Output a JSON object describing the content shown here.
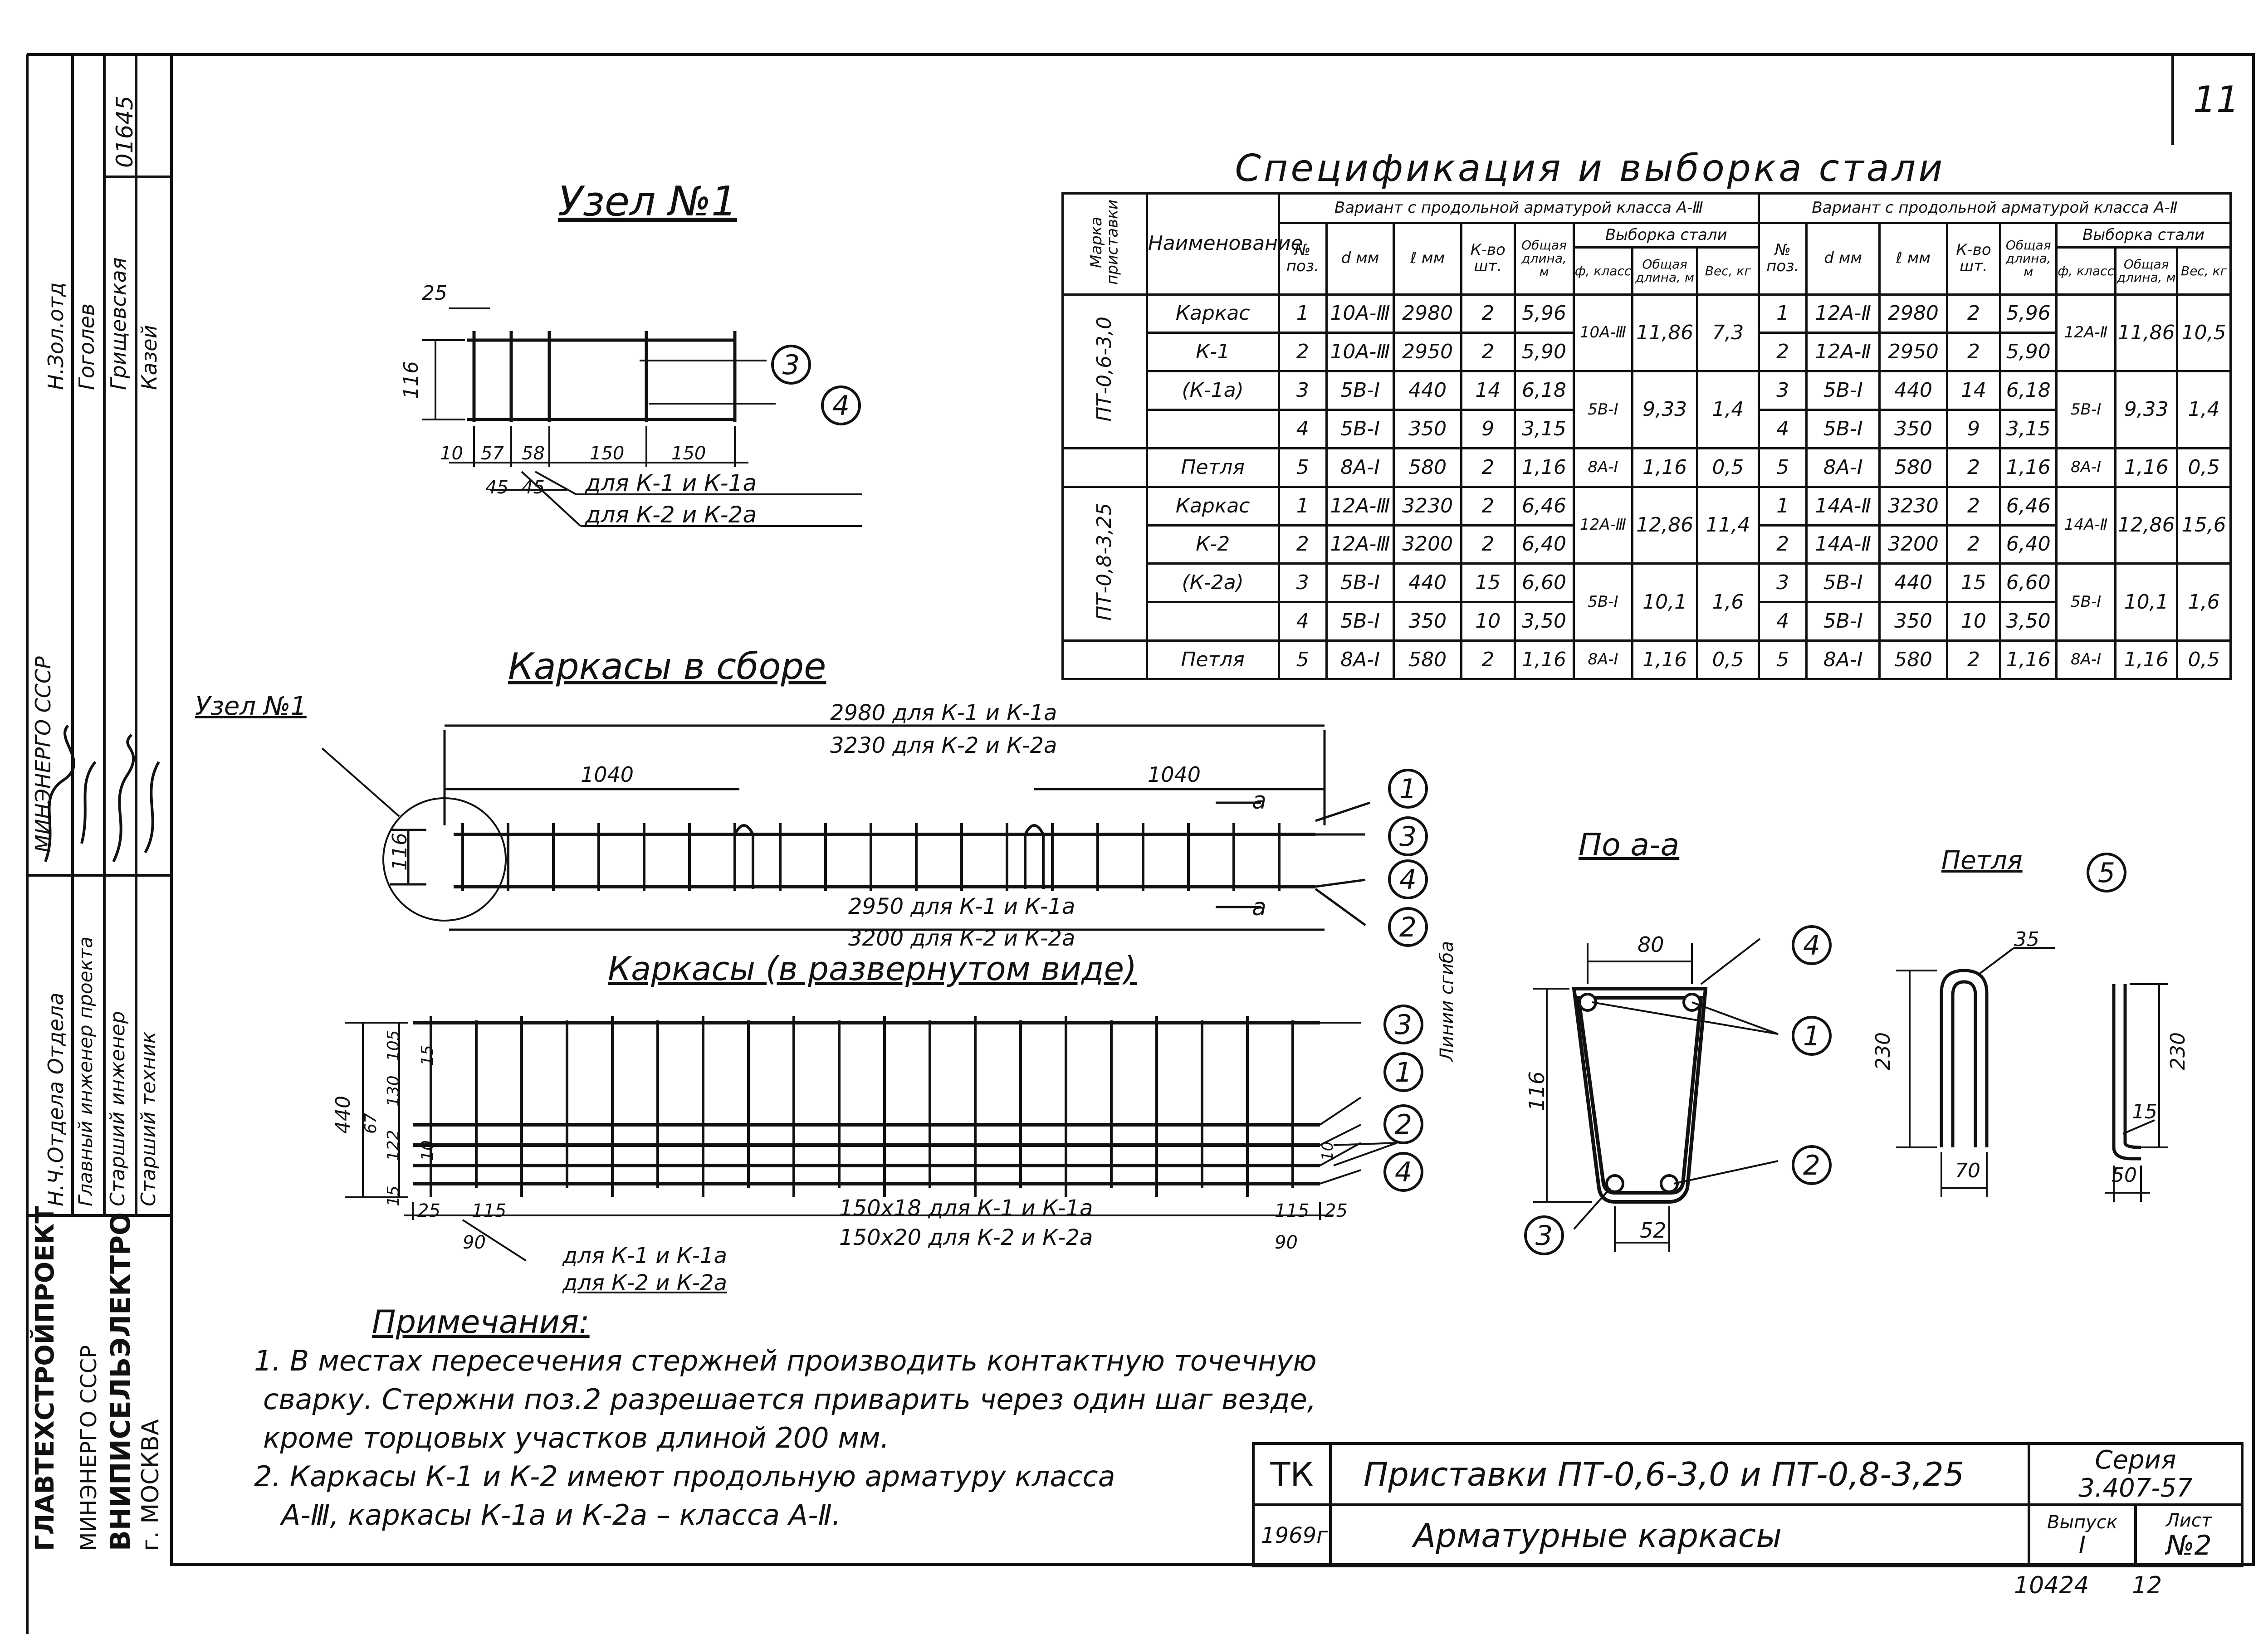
{
  "sheet_number": "11",
  "bottom_inventory": "10424",
  "bottom_page": "12",
  "side_stamp": {
    "inv": "01645",
    "top_word": "Н.Зол.отд",
    "names": [
      "Гоголев",
      "Грищевская",
      "Казей"
    ],
    "roles": [
      "Н.Ч.Отдела Отдела",
      "Главный инженер проекта",
      "Старший инженер",
      "Старший техник"
    ],
    "org_lines": [
      "МИНЭНЕРГО СССР",
      "ГЛАВТЕХСТРОЙПРОЕКТ",
      "ВНИПИСЕЛЬЭЛЕКТРО",
      "г. МОСКВА"
    ]
  },
  "spec": {
    "caption": "Спецификация и выборка стали",
    "head": {
      "mark": "Марка приставки",
      "name": "Наименование",
      "variant3": "Вариант с продольной арматурой класса А-Ⅲ",
      "variant2": "Вариант с продольной арматурой класса А-Ⅱ",
      "pos": "№ поз.",
      "d": "d мм",
      "l": "ℓ мм",
      "qty": "К-во шт.",
      "total": "Общая длина, м",
      "sample": "Выборка стали",
      "cls": "ф, класс",
      "stot": "Общая длина, м",
      "wt": "Вес, кг"
    },
    "groups": [
      {
        "mark": "ПТ-0,6-3,0",
        "rows": [
          {
            "name": "Каркас",
            "p3": "1",
            "d3": "10А-Ⅲ",
            "l3": "2980",
            "q3": "2",
            "t3": "5,96",
            "p2": "1",
            "d2": "12А-Ⅱ",
            "l2": "2980",
            "q2": "2",
            "t2": "5,96"
          },
          {
            "name": "К-1",
            "p3": "2",
            "d3": "10А-Ⅲ",
            "l3": "2950",
            "q3": "2",
            "t3": "5,90",
            "p2": "2",
            "d2": "12А-Ⅱ",
            "l2": "2950",
            "q2": "2",
            "t2": "5,90"
          },
          {
            "name": "(К-1а)",
            "p3": "3",
            "d3": "5В-Ⅰ",
            "l3": "440",
            "q3": "14",
            "t3": "6,18",
            "p2": "3",
            "d2": "5В-Ⅰ",
            "l2": "440",
            "q2": "14",
            "t2": "6,18"
          },
          {
            "name": "",
            "p3": "4",
            "d3": "5В-Ⅰ",
            "l3": "350",
            "q3": "9",
            "t3": "3,15",
            "p2": "4",
            "d2": "5В-Ⅰ",
            "l2": "350",
            "q2": "9",
            "t2": "3,15"
          },
          {
            "name": "Петля",
            "p3": "5",
            "d3": "8А-Ⅰ",
            "l3": "580",
            "q3": "2",
            "t3": "1,16",
            "p2": "5",
            "d2": "8А-Ⅰ",
            "l2": "580",
            "q2": "2",
            "t2": "1,16"
          }
        ],
        "sample3": [
          [
            "10А-Ⅲ",
            "11,86",
            "7,3"
          ],
          [
            "5В-Ⅰ",
            "9,33",
            "1,4"
          ],
          [
            "8А-Ⅰ",
            "1,16",
            "0,5"
          ]
        ],
        "sample2": [
          [
            "12А-Ⅱ",
            "11,86",
            "10,5"
          ],
          [
            "5В-Ⅰ",
            "9,33",
            "1,4"
          ],
          [
            "8А-Ⅰ",
            "1,16",
            "0,5"
          ]
        ]
      },
      {
        "mark": "ПТ-0,8-3,25",
        "rows": [
          {
            "name": "Каркас",
            "p3": "1",
            "d3": "12А-Ⅲ",
            "l3": "3230",
            "q3": "2",
            "t3": "6,46",
            "p2": "1",
            "d2": "14А-Ⅱ",
            "l2": "3230",
            "q2": "2",
            "t2": "6,46"
          },
          {
            "name": "К-2",
            "p3": "2",
            "d3": "12А-Ⅲ",
            "l3": "3200",
            "q3": "2",
            "t3": "6,40",
            "p2": "2",
            "d2": "14А-Ⅱ",
            "l2": "3200",
            "q2": "2",
            "t2": "6,40"
          },
          {
            "name": "(К-2а)",
            "p3": "3",
            "d3": "5В-Ⅰ",
            "l3": "440",
            "q3": "15",
            "t3": "6,60",
            "p2": "3",
            "d2": "5В-Ⅰ",
            "l2": "440",
            "q2": "15",
            "t2": "6,60"
          },
          {
            "name": "",
            "p3": "4",
            "d3": "5В-Ⅰ",
            "l3": "350",
            "q3": "10",
            "t3": "3,50",
            "p2": "4",
            "d2": "5В-Ⅰ",
            "l2": "350",
            "q2": "10",
            "t2": "3,50"
          },
          {
            "name": "Петля",
            "p3": "5",
            "d3": "8А-Ⅰ",
            "l3": "580",
            "q3": "2",
            "t3": "1,16",
            "p2": "5",
            "d2": "8А-Ⅰ",
            "l2": "580",
            "q2": "2",
            "t2": "1,16"
          }
        ],
        "sample3": [
          [
            "12А-Ⅲ",
            "12,86",
            "11,4"
          ],
          [
            "5В-Ⅰ",
            "10,1",
            "1,6"
          ],
          [
            "8А-Ⅰ",
            "1,16",
            "0,5"
          ]
        ],
        "sample2": [
          [
            "14А-Ⅱ",
            "12,86",
            "15,6"
          ],
          [
            "5В-Ⅰ",
            "10,1",
            "1,6"
          ],
          [
            "8А-Ⅰ",
            "1,16",
            "0,5"
          ]
        ]
      }
    ]
  },
  "node1": {
    "title": "Узел №1",
    "dims": {
      "d25": "25",
      "d116": "116",
      "d10": "10",
      "d57": "57",
      "d58": "58",
      "d150a": "150",
      "d150b": "150",
      "d45a": "45",
      "d45b": "45"
    },
    "note1": "для К-1 и К-1а",
    "note2": "для К-2 и К-2а",
    "callouts": [
      "3",
      "4"
    ]
  },
  "assembly": {
    "title": "Каркасы в сборе",
    "node_ref": "Узел №1",
    "top_dim1": "2980 для К-1 и К-1а",
    "top_dim2": "3230 для К-2 и К-2а",
    "dim_1040_left": "1040",
    "dim_1040_right": "1040",
    "dim_116": "116",
    "bottom_dim1": "2950 для К-1 и К-1а",
    "bottom_dim2": "3200 для К-2 и К-2а",
    "section_mark": "а",
    "callouts": [
      "1",
      "3",
      "4",
      "2"
    ]
  },
  "unfolded": {
    "title": "Каркасы (в развернутом виде)",
    "left_dims": [
      "440",
      "105",
      "15",
      "130",
      "67",
      "122",
      "10",
      "15"
    ],
    "bottom_dims": [
      "25",
      "115",
      "90",
      "150х18 для К-1 и К-1а",
      "150х20 для К-2 и К-2а",
      "115",
      "25",
      "90",
      "10"
    ],
    "note1": "для К-1 и К-1а",
    "note2": "для К-2 и К-2а",
    "bend_label": "Линии сгиба",
    "callouts": [
      "3",
      "1",
      "2",
      "4"
    ]
  },
  "section": {
    "title": "По а-а",
    "dims": [
      "80",
      "116",
      "52"
    ],
    "callouts": [
      "4",
      "1",
      "2",
      "3"
    ]
  },
  "loop": {
    "title": "Петля",
    "callout": "5",
    "dims": [
      "35",
      "230",
      "70",
      "230",
      "15",
      "50"
    ]
  },
  "notes": {
    "title": "Примечания:",
    "lines": [
      "1. В местах пересечения стержней производить контактную точечную",
      "сварку. Стержни поз.2 разрешается приварить через один шаг везде,",
      "кроме торцовых участков длиной 200 мм.",
      "2. Каркасы К-1 и К-2 имеют продольную арматуру класса",
      "А-Ⅲ, каркасы К-1а и К-2а – класса А-Ⅱ."
    ]
  },
  "title_block": {
    "code": "ТК",
    "year": "1969г.",
    "title1": "Приставки ПТ-0,6-3,0 и ПТ-0,8-3,25",
    "title2": "Арматурные каркасы",
    "series_label": "Серия",
    "series": "3.407-57",
    "issue_label": "Выпуск",
    "issue": "Ⅰ",
    "sheet_label": "Лист",
    "sheet": "№2"
  }
}
